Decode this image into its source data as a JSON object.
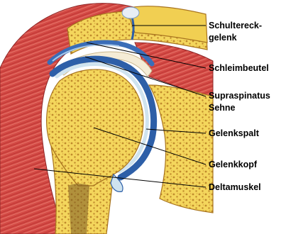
{
  "labels": {
    "acromioclavicular_line1": "Schultereck-",
    "acromioclavicular_line2": "gelenk",
    "bursa": "Schleimbeutel",
    "supraspinatus_line1": "Supraspinatus",
    "supraspinatus_line2": "Sehne",
    "joint_space": "Gelenkspalt",
    "humeral_head": "Gelenkkopf",
    "deltoid": "Deltamuskel"
  },
  "colors": {
    "bone": "#f2d75e",
    "bone_dark": "#c8962a",
    "bone_pore": "#b07a26",
    "cartilage": "#cfe3ef",
    "joint_blue": "#2d5fa8",
    "muscle": "#d8504a",
    "muscle_dark": "#a82f2e",
    "tendon": "#f4ecd8",
    "marrow": "#7a5a22"
  }
}
